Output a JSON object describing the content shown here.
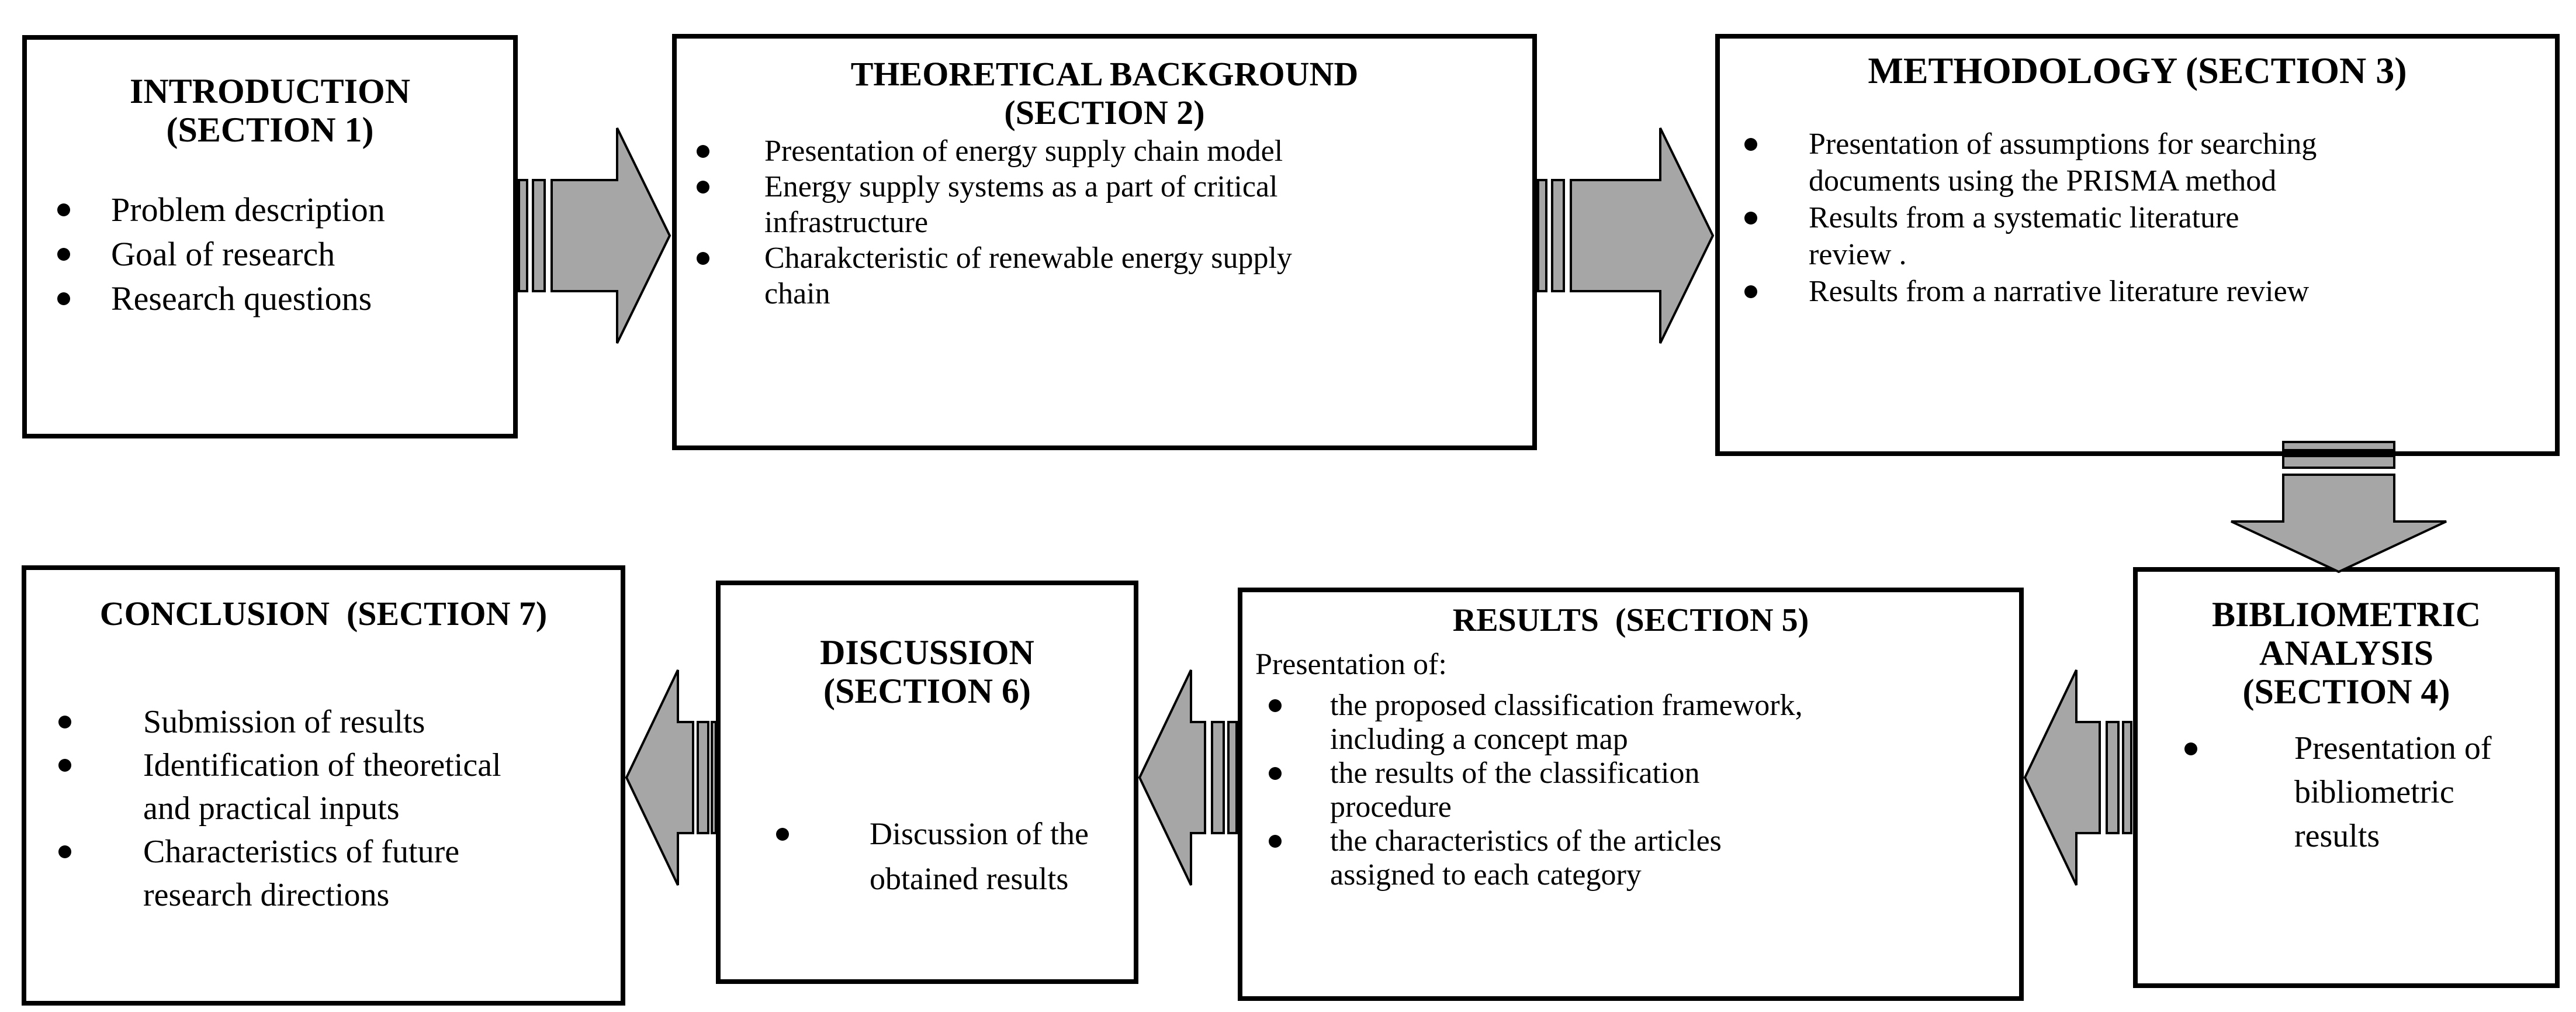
{
  "colors": {
    "background": "#ffffff",
    "box_fill": "#ffffff",
    "box_border": "#000000",
    "arrow_fill": "#a6a6a6",
    "arrow_outline": "#000000",
    "text": "#000000"
  },
  "diagram": {
    "type": "flowchart",
    "boxes": [
      {
        "id": "introduction",
        "title_lines": [
          "INTRODUCTION",
          "(SECTION 1)"
        ],
        "bullets": [
          [
            "Problem description"
          ],
          [
            "Goal of research"
          ],
          [
            "Research questions"
          ]
        ]
      },
      {
        "id": "theoretical-background",
        "title_lines": [
          "THEORETICAL BACKGROUND",
          "(SECTION 2)"
        ],
        "bullets": [
          [
            "Presentation of energy supply chain model"
          ],
          [
            "Energy supply systems as a part of critical",
            "infrastructure"
          ],
          [
            "Charakcteristic of renewable energy supply",
            "chain"
          ]
        ]
      },
      {
        "id": "methodology",
        "title_lines": [
          "METHODOLOGY (SECTION 3)"
        ],
        "bullets": [
          [
            "Presentation of assumptions for searching",
            "documents using the PRISMA method"
          ],
          [
            "Results from a systematic literature",
            "review ."
          ],
          [
            "Results from a narrative literature review"
          ]
        ]
      },
      {
        "id": "bibliometric-analysis",
        "title_lines": [
          "BIBLIOMETRIC",
          "ANALYSIS",
          "(SECTION 4)"
        ],
        "bullets": [
          [
            "Presentation of",
            "bibliometric",
            "results"
          ]
        ]
      },
      {
        "id": "results",
        "title_lines": [
          "RESULTS  (SECTION 5)"
        ],
        "lead": "Presentation of:",
        "bullets": [
          [
            "the proposed classification framework,",
            "including a concept map"
          ],
          [
            "the results of the classification",
            "procedure"
          ],
          [
            "the characteristics of the articles",
            "assigned to each category"
          ]
        ]
      },
      {
        "id": "discussion",
        "title_lines": [
          "DISCUSSION",
          "(SECTION 6)"
        ],
        "bullets": [
          [
            "Discussion of the",
            "obtained results"
          ]
        ]
      },
      {
        "id": "conclusion",
        "title_lines": [
          "CONCLUSION  (SECTION 7)"
        ],
        "bullets": [
          [
            "Submission of results"
          ],
          [
            "Identification of theoretical",
            "and practical inputs"
          ],
          [
            "Characteristics of future",
            "research directions"
          ]
        ]
      }
    ],
    "arrows": [
      {
        "from": "INTRODUCTION (SECTION 1)",
        "to": "THEORETICAL BACKGROUND (SECTION 2)",
        "direction": "right"
      },
      {
        "from": "THEORETICAL BACKGROUND (SECTION 2)",
        "to": "METHODOLOGY (SECTION 3)",
        "direction": "right"
      },
      {
        "from": "METHODOLOGY (SECTION 3)",
        "to": "BIBLIOMETRIC ANALYSIS (SECTION 4)",
        "direction": "down"
      },
      {
        "from": "BIBLIOMETRIC ANALYSIS (SECTION 4)",
        "to": "RESULTS (SECTION 5)",
        "direction": "left"
      },
      {
        "from": "RESULTS (SECTION 5)",
        "to": "DISCUSSION (SECTION 6)",
        "direction": "left"
      },
      {
        "from": "DISCUSSION (SECTION 6)",
        "to": "CONCLUSION (SECTION 7)",
        "direction": "left"
      }
    ]
  }
}
